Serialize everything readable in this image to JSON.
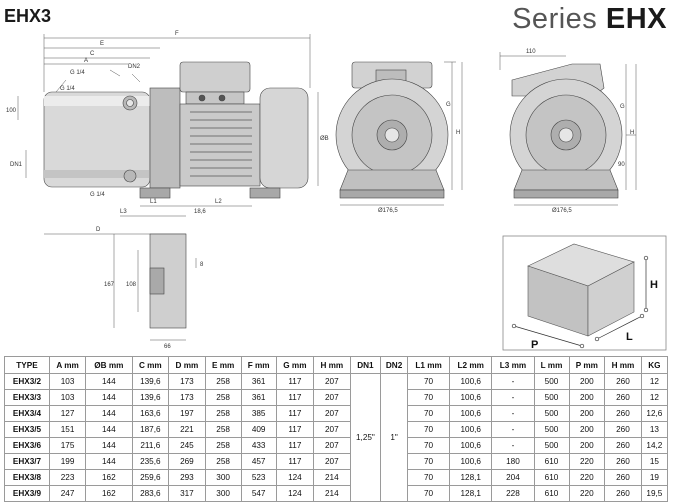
{
  "header": {
    "model": "EHX3",
    "series_prefix": "Series ",
    "series_name": "EHX"
  },
  "drawing": {
    "labels": {
      "F": "F",
      "E": "E",
      "C": "C",
      "A": "A",
      "DN2": "DN2",
      "DN1": "DN1",
      "D": "D",
      "L1": "L1",
      "L2": "L2",
      "L3": "L3",
      "G": "G",
      "H": "H",
      "OB": "ØB",
      "g14a": "G 1/4",
      "g14b": "G 1/4",
      "g14c": "G 1/4",
      "d100": "100",
      "d186": "18,6",
      "d1765a": "Ø176,5",
      "d1765b": "Ø176,5",
      "d110": "110",
      "d90": "90",
      "d167": "167",
      "d108": "108",
      "d8": "8",
      "d66": "66"
    },
    "box": {
      "H": "H",
      "L": "L",
      "P": "P"
    }
  },
  "table": {
    "headers": [
      "TYPE",
      "A mm",
      "ØB mm",
      "C mm",
      "D mm",
      "E mm",
      "F mm",
      "G mm",
      "H mm",
      "DN1",
      "DN2",
      "L1 mm",
      "L2 mm",
      "L3 mm",
      "L mm",
      "P mm",
      "H mm",
      "KG"
    ],
    "dn1": "1,25\"",
    "dn2": "1\"",
    "rows": [
      {
        "type": "EHX3/2",
        "a": "103",
        "b": "144",
        "c": "139,6",
        "d": "173",
        "e": "258",
        "f": "361",
        "g": "117",
        "h": "207",
        "l1": "70",
        "l2": "100,6",
        "l3": "-",
        "l": "500",
        "p": "200",
        "hh": "260",
        "kg": "12"
      },
      {
        "type": "EHX3/3",
        "a": "103",
        "b": "144",
        "c": "139,6",
        "d": "173",
        "e": "258",
        "f": "361",
        "g": "117",
        "h": "207",
        "l1": "70",
        "l2": "100,6",
        "l3": "-",
        "l": "500",
        "p": "200",
        "hh": "260",
        "kg": "12"
      },
      {
        "type": "EHX3/4",
        "a": "127",
        "b": "144",
        "c": "163,6",
        "d": "197",
        "e": "258",
        "f": "385",
        "g": "117",
        "h": "207",
        "l1": "70",
        "l2": "100,6",
        "l3": "-",
        "l": "500",
        "p": "200",
        "hh": "260",
        "kg": "12,6"
      },
      {
        "type": "EHX3/5",
        "a": "151",
        "b": "144",
        "c": "187,6",
        "d": "221",
        "e": "258",
        "f": "409",
        "g": "117",
        "h": "207",
        "l1": "70",
        "l2": "100,6",
        "l3": "-",
        "l": "500",
        "p": "200",
        "hh": "260",
        "kg": "13"
      },
      {
        "type": "EHX3/6",
        "a": "175",
        "b": "144",
        "c": "211,6",
        "d": "245",
        "e": "258",
        "f": "433",
        "g": "117",
        "h": "207",
        "l1": "70",
        "l2": "100,6",
        "l3": "-",
        "l": "500",
        "p": "200",
        "hh": "260",
        "kg": "14,2"
      },
      {
        "type": "EHX3/7",
        "a": "199",
        "b": "144",
        "c": "235,6",
        "d": "269",
        "e": "258",
        "f": "457",
        "g": "117",
        "h": "207",
        "l1": "70",
        "l2": "100,6",
        "l3": "180",
        "l": "610",
        "p": "220",
        "hh": "260",
        "kg": "15"
      },
      {
        "type": "EHX3/8",
        "a": "223",
        "b": "162",
        "c": "259,6",
        "d": "293",
        "e": "300",
        "f": "523",
        "g": "124",
        "h": "214",
        "l1": "70",
        "l2": "128,1",
        "l3": "204",
        "l": "610",
        "p": "220",
        "hh": "260",
        "kg": "19"
      },
      {
        "type": "EHX3/9",
        "a": "247",
        "b": "162",
        "c": "283,6",
        "d": "317",
        "e": "300",
        "f": "547",
        "g": "124",
        "h": "214",
        "l1": "70",
        "l2": "128,1",
        "l3": "228",
        "l": "610",
        "p": "220",
        "hh": "260",
        "kg": "19,5"
      }
    ]
  }
}
